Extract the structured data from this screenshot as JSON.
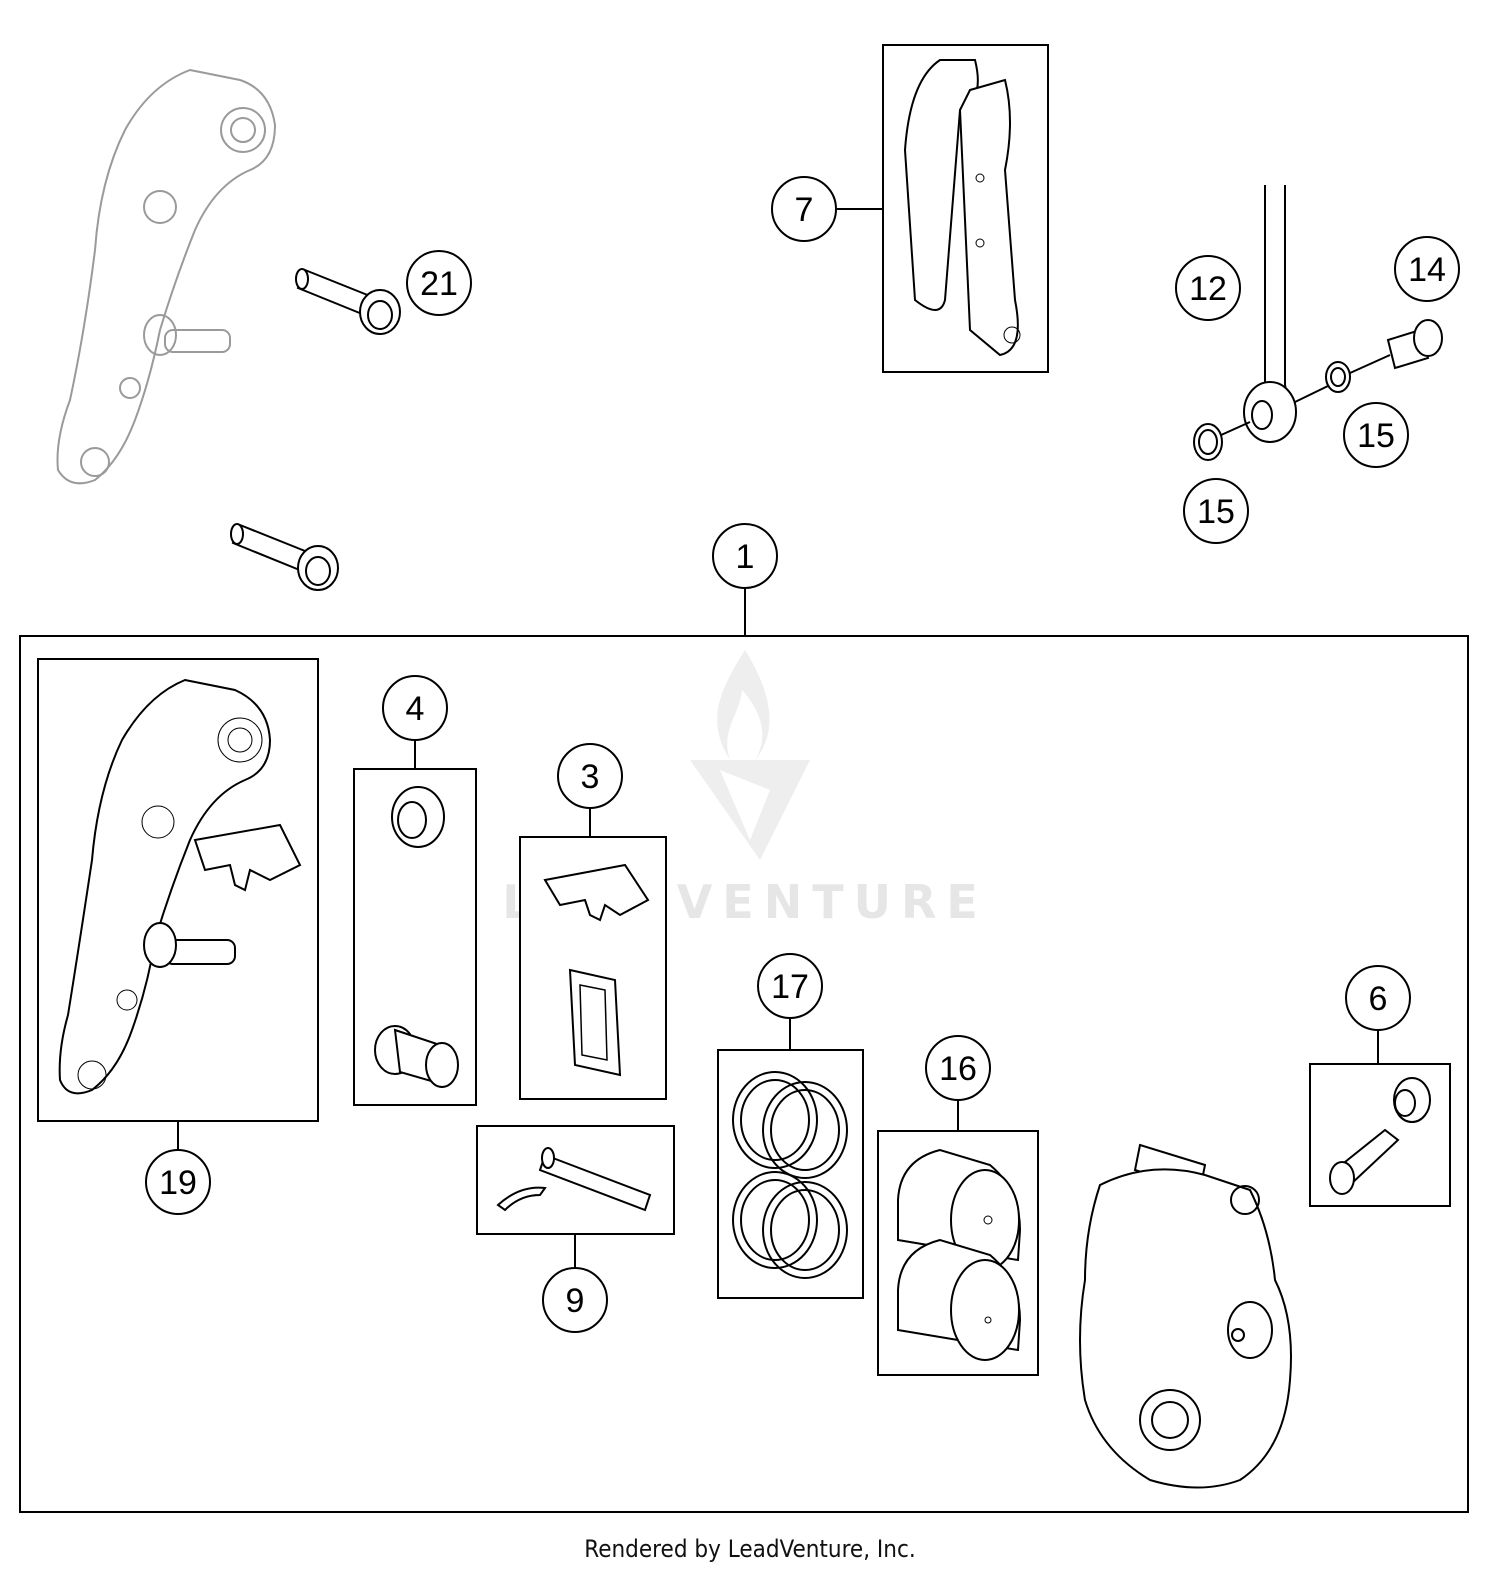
{
  "callouts": {
    "c1": "1",
    "c3": "3",
    "c4": "4",
    "c6": "6",
    "c7": "7",
    "c9": "9",
    "c12": "12",
    "c14": "14",
    "c15a": "15",
    "c15b": "15",
    "c16": "16",
    "c17": "17",
    "c19": "19",
    "c21": "21"
  },
  "watermark": {
    "text": "LEADVENTURE"
  },
  "footer": {
    "text": "Rendered by LeadVenture, Inc."
  },
  "colors": {
    "line": "#000000",
    "ghost": "#9a9a9a",
    "watermark": "#e6e6e6"
  }
}
